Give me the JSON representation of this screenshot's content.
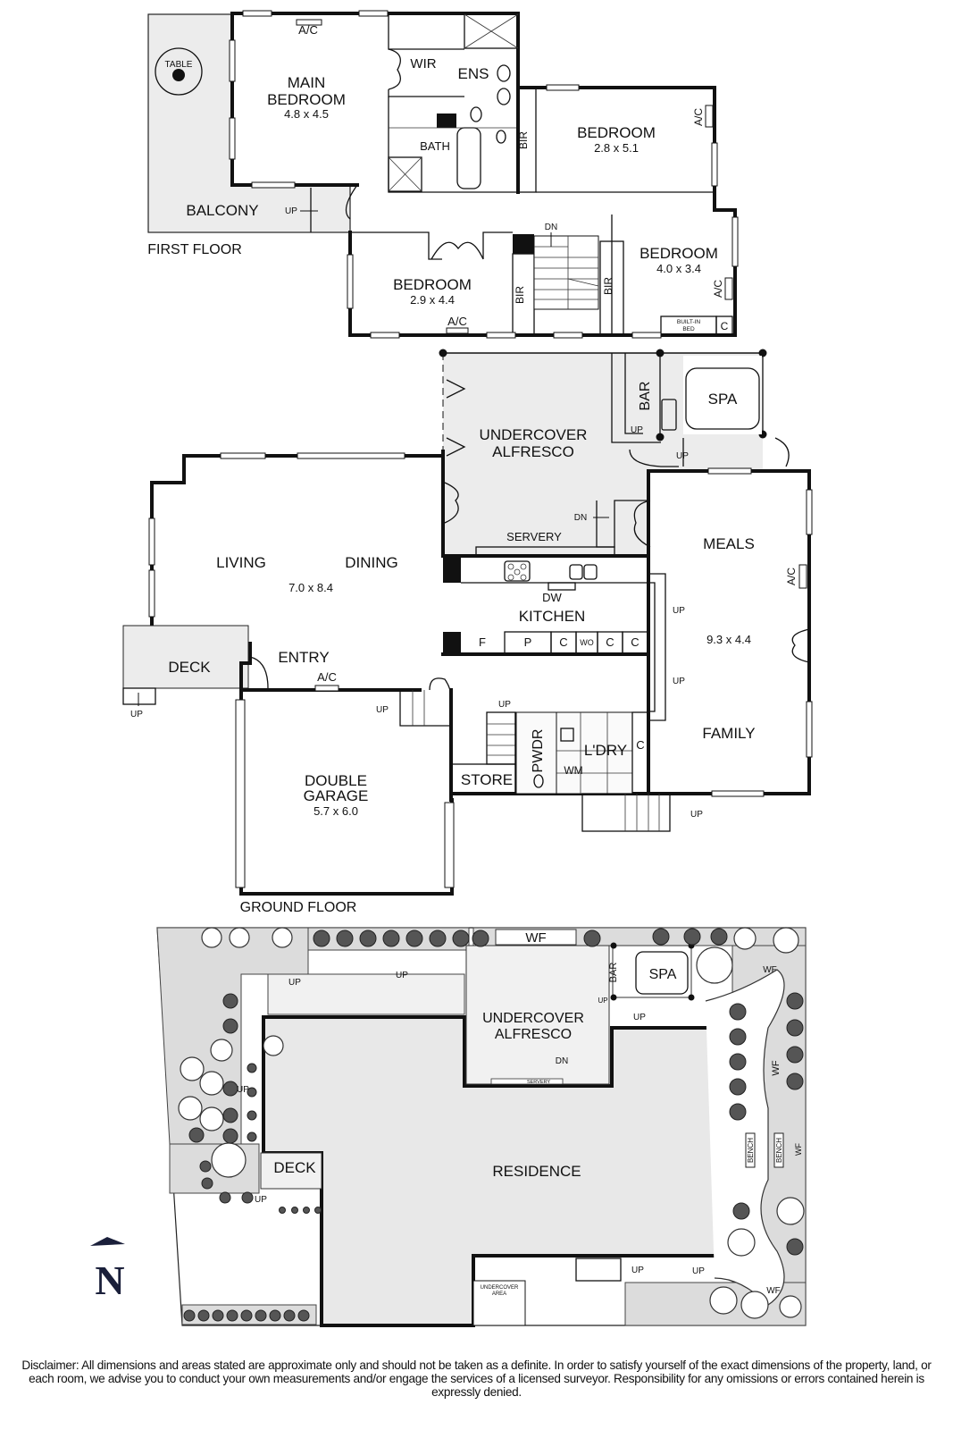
{
  "first_floor": {
    "title": "FIRST FLOOR",
    "rooms": [
      {
        "id": "main-bedroom",
        "name_line1": "MAIN",
        "name_line2": "BEDROOM",
        "size": "4.8 x 4.5"
      },
      {
        "id": "bedroom-2",
        "name": "BEDROOM",
        "size": "2.8 x 5.1"
      },
      {
        "id": "bedroom-3",
        "name": "BEDROOM",
        "size": "4.0 x 3.4"
      },
      {
        "id": "bedroom-4",
        "name": "BEDROOM",
        "size": "2.9 x 4.4"
      },
      {
        "id": "balcony",
        "name": "BALCONY"
      }
    ],
    "labels": {
      "ac": "A/C",
      "wir": "WIR",
      "ens": "ENS",
      "bath": "BATH",
      "bir": "BIR",
      "table": "TABLE",
      "up": "UP",
      "dn": "DN",
      "built_in_bed_line1": "BUILT-IN",
      "built_in_bed_line2": "BED",
      "c": "C"
    }
  },
  "ground_floor": {
    "title": "GROUND FLOOR",
    "rooms": [
      {
        "id": "living-dining",
        "name_a": "LIVING",
        "name_b": "DINING",
        "size": "7.0 x 8.4"
      },
      {
        "id": "alfresco",
        "name_line1": "UNDERCOVER",
        "name_line2": "ALFRESCO"
      },
      {
        "id": "meals-family",
        "name_a": "MEALS",
        "name_b": "FAMILY",
        "size": "9.3 x 4.4"
      },
      {
        "id": "kitchen",
        "name": "KITCHEN"
      },
      {
        "id": "garage",
        "name_line1": "DOUBLE",
        "name_line2": "GARAGE",
        "size": "5.7 x 6.0"
      },
      {
        "id": "entry",
        "name": "ENTRY"
      },
      {
        "id": "deck",
        "name": "DECK"
      },
      {
        "id": "store",
        "name": "STORE"
      },
      {
        "id": "pwdr",
        "name": "PWDR"
      },
      {
        "id": "laundry",
        "name": "L'DRY"
      },
      {
        "id": "spa",
        "name": "SPA"
      },
      {
        "id": "bar",
        "name": "BAR"
      }
    ],
    "labels": {
      "servery": "SERVERY",
      "dw": "DW",
      "f": "F",
      "p": "P",
      "c": "C",
      "wo": "WO",
      "wm": "WM",
      "ac": "A/C",
      "up": "UP",
      "dn": "DN"
    }
  },
  "site_plan": {
    "labels": {
      "wf": "WF",
      "bar": "BAR",
      "spa": "SPA",
      "alfresco_line1": "UNDERCOVER",
      "alfresco_line2": "ALFRESCO",
      "servery": "SERVERY",
      "residence": "RESIDENCE",
      "deck": "DECK",
      "bench": "BENCH",
      "undercover_area_line1": "UNDERCOVER",
      "undercover_area_line2": "AREA",
      "up": "UP",
      "dn": "DN"
    }
  },
  "compass": {
    "label": "N",
    "color": "#1a1f3a"
  },
  "disclaimer": "Disclaimer: All dimensions and areas stated are approximate only and should not be taken as a definite. In order to satisfy yourself of the exact dimensions of the property, land, or each room, we advise you to conduct your own measurements and/or engage the services of a licensed surveyor. Responsibility for any omissions or errors contained herein is expressly denied."
}
